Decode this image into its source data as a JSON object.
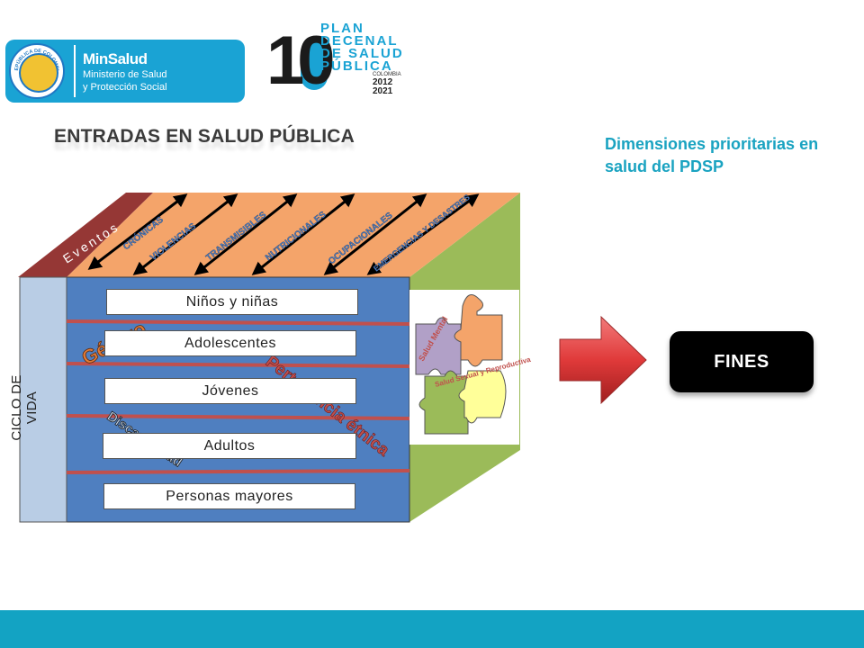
{
  "header": {
    "ministry_seal_text": "REPÚBLICA DE COLOMBIA",
    "ministry_name": "MinSalud",
    "ministry_sub1": "Ministerio de Salud",
    "ministry_sub2": "y Protección Social",
    "plan_number": "10",
    "plan_lines": [
      "PLAN",
      "DECENAL",
      "DE SALUD",
      "PÚBLICA"
    ],
    "plan_country": "COLOMBIA",
    "plan_years_start": "2012",
    "plan_years_end": "2021"
  },
  "title": "ENTRADAS EN SALUD PÚBLICA",
  "dimensions_text": "Dimensiones prioritarias en salud del PDSP",
  "fines_label": "FINES",
  "cube": {
    "events_label": "Eventos",
    "event_categories": [
      "CRÓNICAS",
      "VIOLENCIAS",
      "TRANSMISIBLES",
      "NUTRICIONALES",
      "OCUPACIONALES",
      "EMERGENCIAS Y DESASTRES"
    ],
    "life_cycle_label": "CICLO DE VIDA",
    "life_stages": [
      "Niños y niñas",
      "Adolescentes",
      "Jóvenes",
      "Adultos",
      "Personas mayores"
    ],
    "cross_genero": "Género",
    "cross_discapacidad": "Discapacidad",
    "cross_etnica": "Pertenencia étnica",
    "puzzle_labels": [
      "Salud Mental",
      "Salud Sexual y Reproductiva"
    ]
  },
  "colors": {
    "brand_blue": "#1aa3d4",
    "cube_front": "#4f7fc0",
    "cube_top": "#f4a46a",
    "cube_side": "#9bbb59",
    "events_band": "#953735",
    "cross_lines": "#c0504d",
    "arrow_red": "#e03a3a",
    "footer": "#13a3c3"
  }
}
